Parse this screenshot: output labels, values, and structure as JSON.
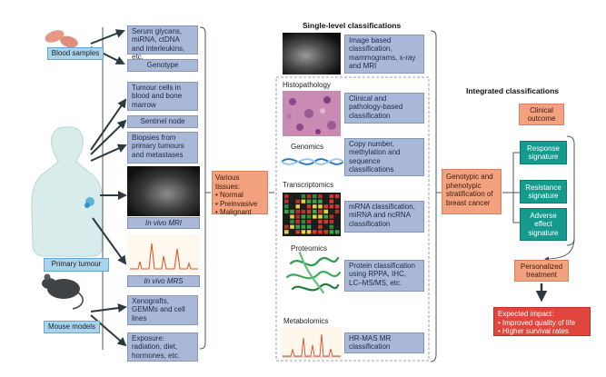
{
  "left": {
    "blood_samples": "Blood samples",
    "primary_tumour": "Primary tumour",
    "mouse_models": "Mouse models",
    "boxes": [
      "Serum glycans, miRNA, ctDNA and interleukins, etc.",
      "Genotype",
      "Tumour cells in blood and bone marrow",
      "Sentinel node",
      "Biopsies from primary tumours and metastases",
      "Xenografts, GEMMs and cell lines",
      "Exposure: radiation, diet, hormones, etc."
    ],
    "in_vivo_mri": "In vivo MRI",
    "in_vivo_mrs": "In vivo MRS"
  },
  "tissues": {
    "title": "Various tissues:",
    "items": [
      "Normal",
      "Preinvasive",
      "Malignant"
    ]
  },
  "single": {
    "heading": "Single-level classifications",
    "imaging_box": "Image based classification, mammograms, x-ray and MRI",
    "histopathology": "Histopathology",
    "histo_box": "Clinical and pathology-based classification",
    "genomics": "Genomics",
    "genomics_box": "Copy number, methylation and sequence classifications",
    "transcriptomics": "Transcriptomics",
    "transcriptomics_box": "mRNA classification, miRNA and ncRNA classification",
    "proteomics": "Proteomics",
    "proteomics_box": "Protein classification using RPPA, IHC, LC–MS/MS, etc.",
    "metabolomics": "Metabolomics",
    "metabolomics_box": "HR-MAS MR classification"
  },
  "integrated": {
    "heading": "Integrated classifications",
    "stratification": "Genotypic and phenotypic stratification of breast cancer",
    "clinical_outcome": "Clinical outcome",
    "response": "Response signature",
    "resistance": "Resistance signature",
    "adverse": "Adverse effect signature",
    "personalized": "Personalized treatment",
    "impact_title": "Expected impact:",
    "impact_items": [
      "Improved quality of life",
      "Higher survival rates"
    ]
  },
  "colors": {
    "blue_box": "#a9b8d6",
    "teal": "#159a8e",
    "salmon": "#f2a27e",
    "red": "#e0463c"
  }
}
